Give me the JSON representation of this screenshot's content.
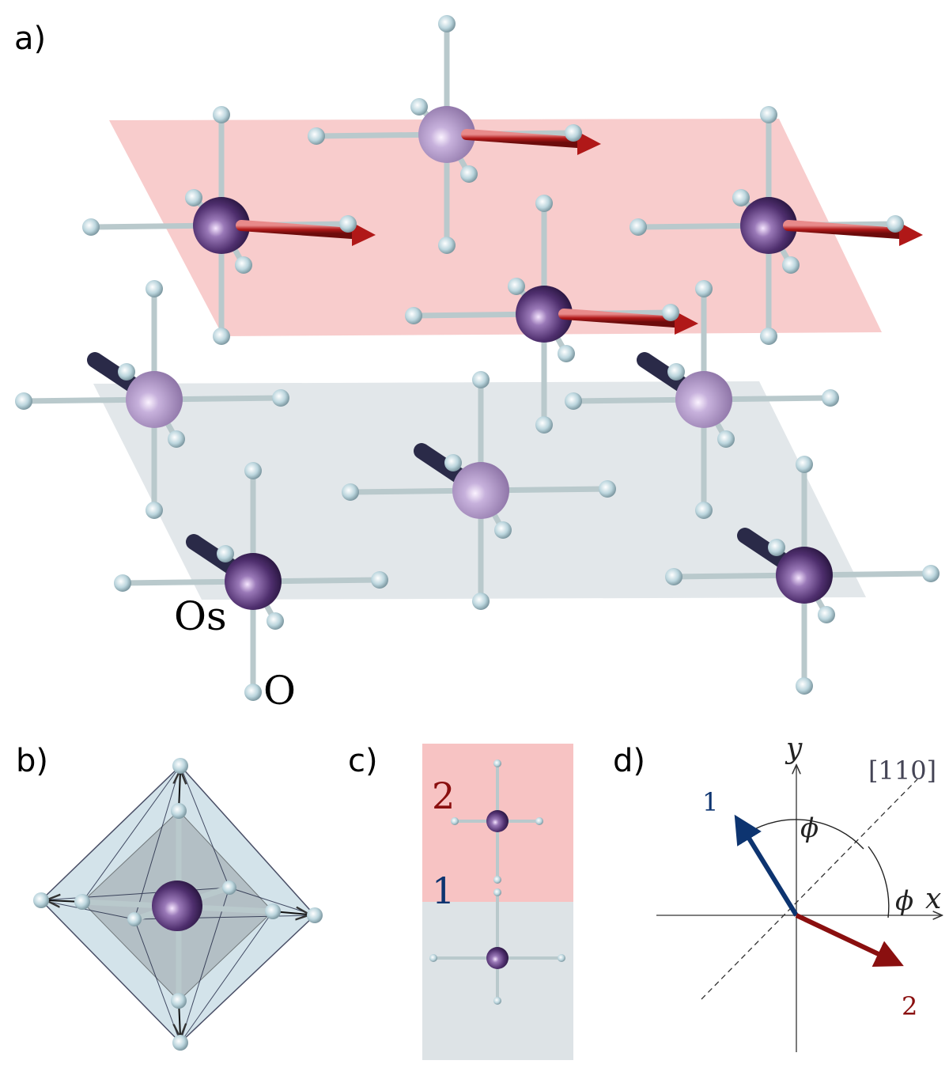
{
  "panels": {
    "a": {
      "label": "a)",
      "os_label": "Os",
      "o_label": "O"
    },
    "b": {
      "label": "b)"
    },
    "c": {
      "label": "c)",
      "top_number": "2",
      "bottom_number": "1"
    },
    "d": {
      "label": "d)",
      "axis_y": "y",
      "axis_x": "x",
      "direction": "[110]",
      "angle_symbol": "ϕ",
      "vector_1": "1",
      "vector_2": "2"
    }
  },
  "colors": {
    "upper_plane": "#f7c3c3",
    "lower_plane": "#dde3e6",
    "osmium": "#5a3a78",
    "oxygen": "#cfe3ea",
    "bond": "#b9c9cc",
    "moment_upper": "#b01818",
    "moment_lower": "#2a2a48",
    "vector_1": "#0d3470",
    "vector_2": "#8a0f0f"
  }
}
